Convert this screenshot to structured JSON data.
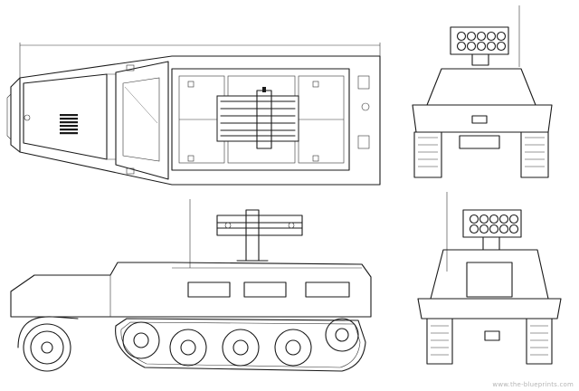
{
  "watermark": "www.the-blueprints.com",
  "colors": {
    "ink": "#1a1a1a",
    "paper": "#ffffff",
    "watermark": "#b5b5b5"
  },
  "views": [
    {
      "id": "top-view"
    },
    {
      "id": "side-view"
    },
    {
      "id": "front-view"
    },
    {
      "id": "rear-view"
    }
  ]
}
